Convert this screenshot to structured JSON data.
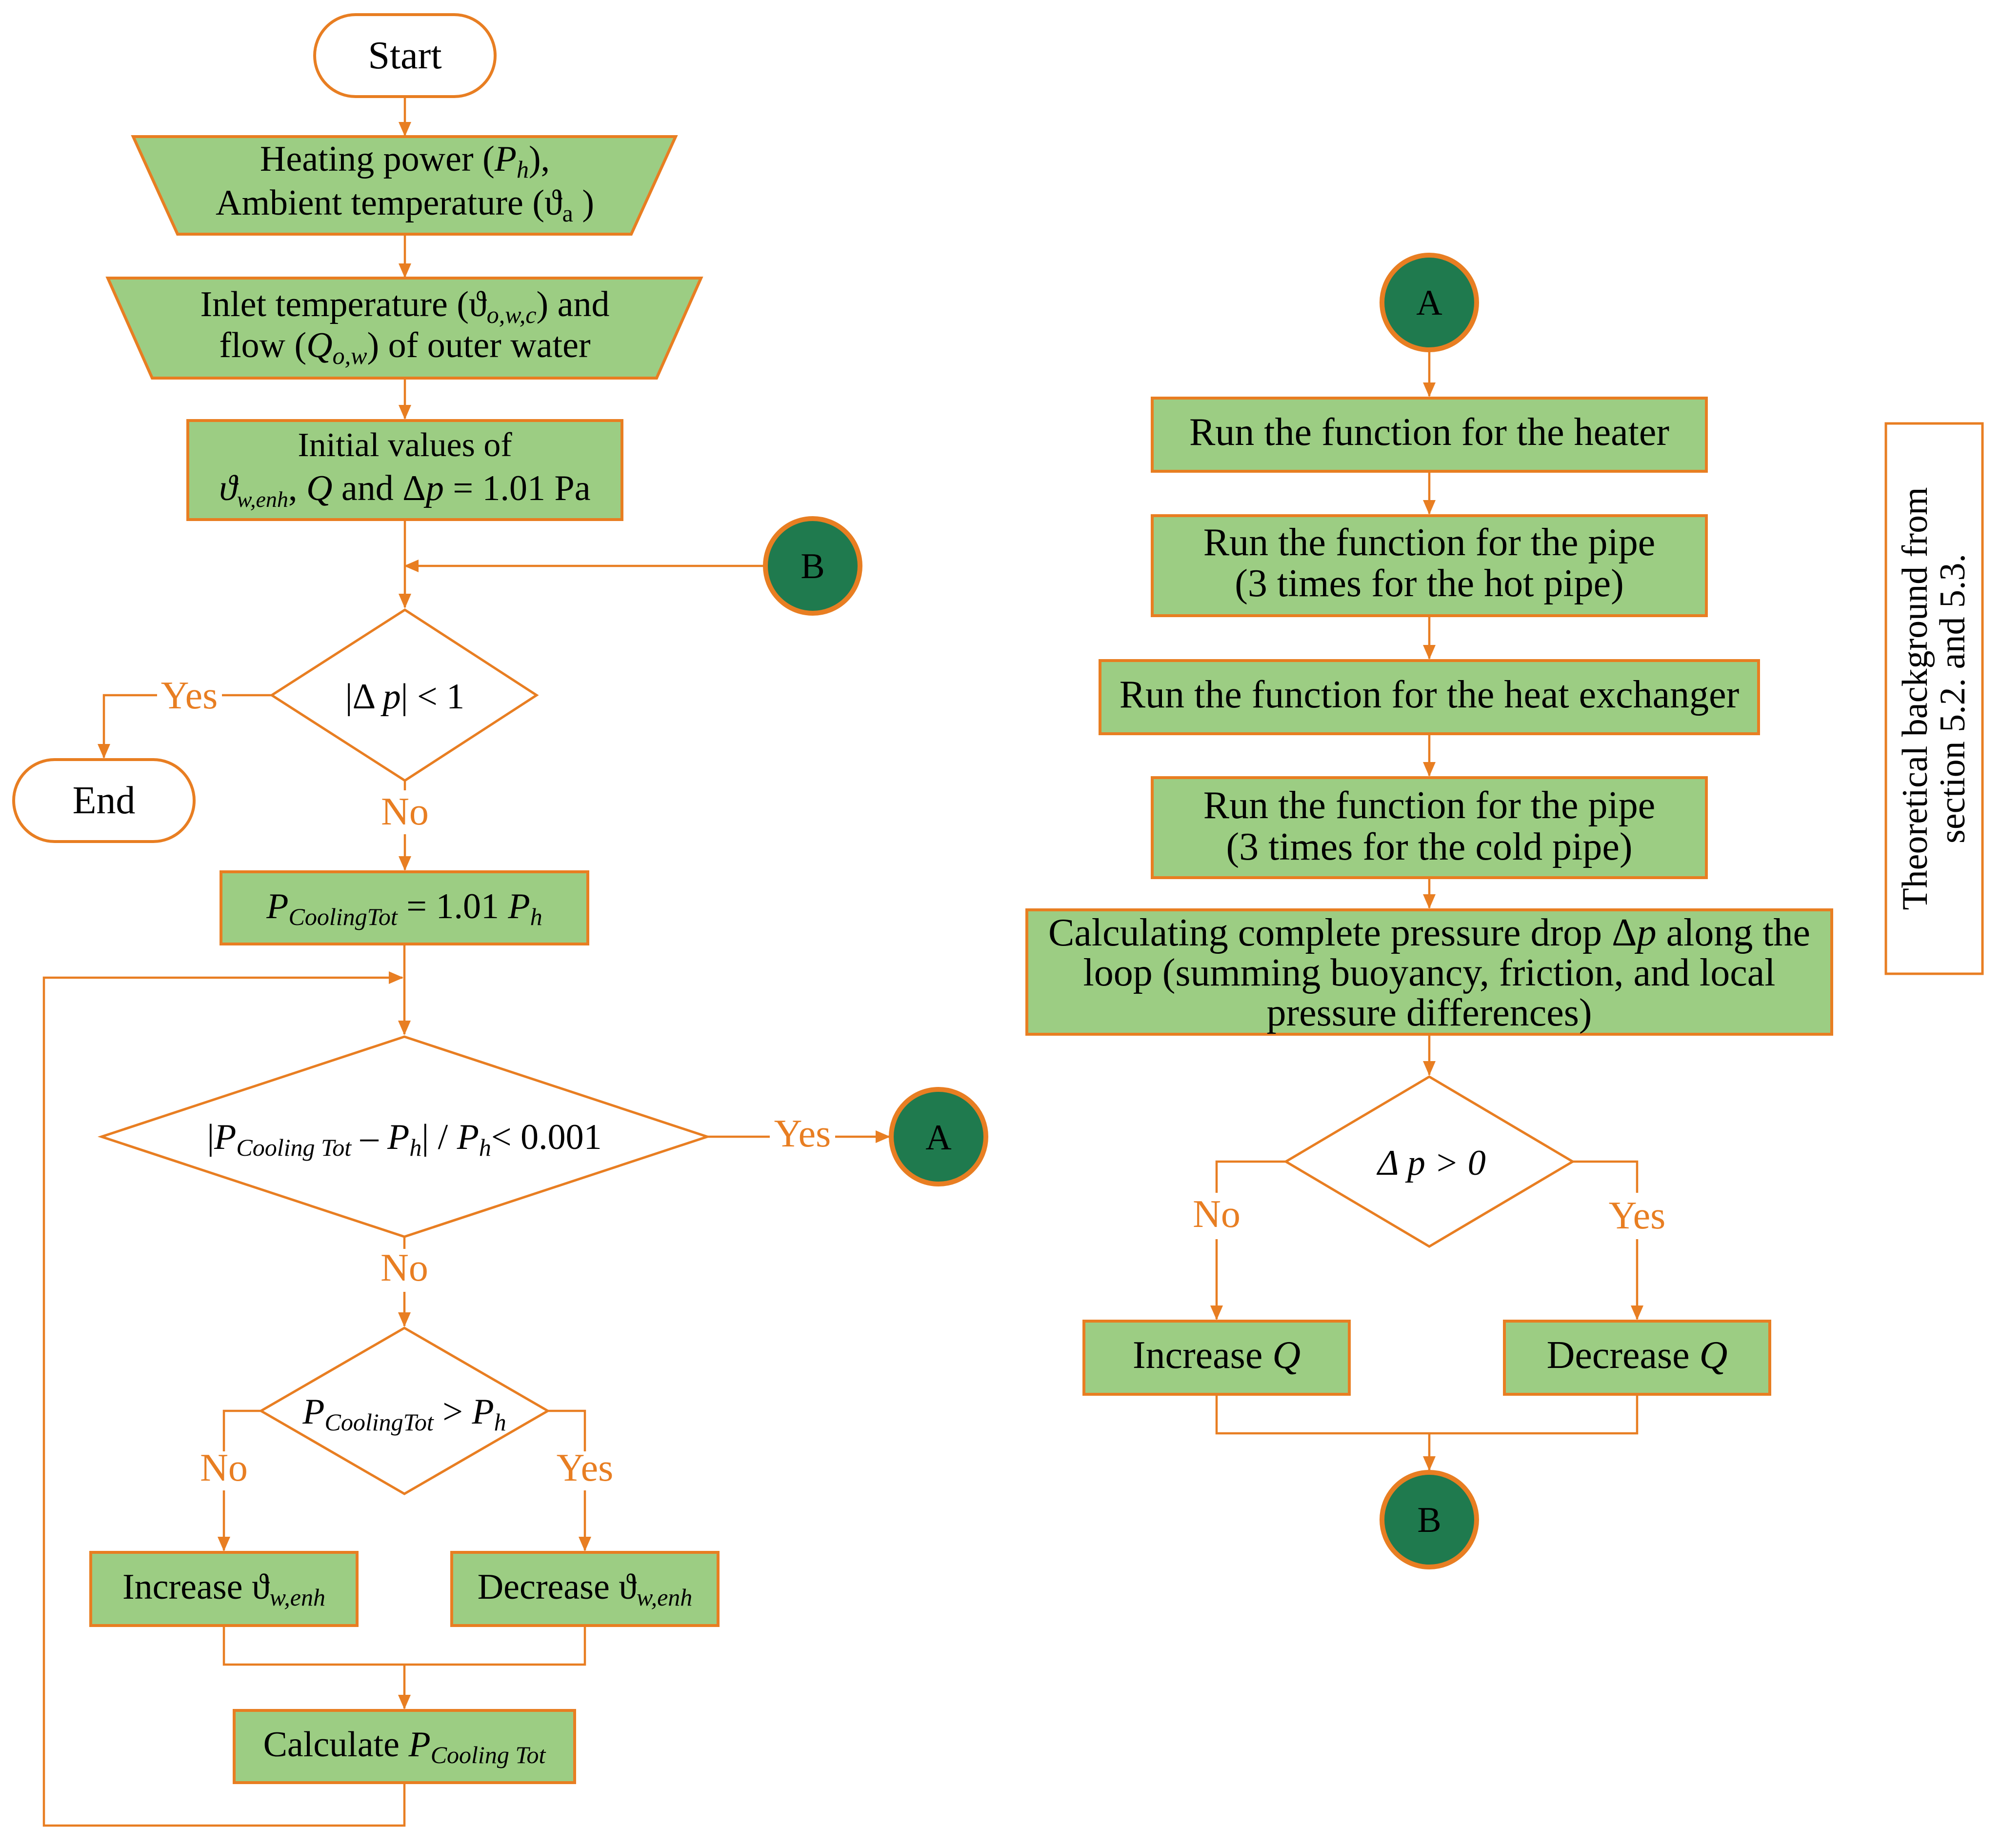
{
  "colors": {
    "process_fill": "#9ccd83",
    "stroke": "#e87e22",
    "connector_fill": "#1f7a4e",
    "label_text": "#e87e22"
  },
  "left": {
    "start": "Start",
    "end": "End",
    "input1": {
      "line1_pre": "Heating power (",
      "line1_var": "P",
      "line1_sub": "h",
      "line1_post": "),",
      "line2_pre": "Ambient temperature (ϑ",
      "line2_sub": "a",
      "line2_post": " )"
    },
    "input2": {
      "line1_pre": "Inlet temperature (ϑ",
      "line1_sub": "o,w,c",
      "line1_post": ") and",
      "line2_pre": "flow (",
      "line2_var": "Q",
      "line2_sub": "o,w",
      "line2_post": ") of outer water"
    },
    "init": {
      "line1": "Initial values of",
      "line2_var1": "ϑ",
      "line2_sub1": "w,enh",
      "line2_mid": ", ",
      "line2_var2": "Q",
      "line2_mid2": " and Δ",
      "line2_var3": "p",
      "line2_post": " = 1.01 Pa"
    },
    "dec_dp": {
      "pre": "|Δ ",
      "var": "p",
      "post": "| < 1"
    },
    "pcool_set": {
      "var": "P",
      "sub": "CoolingTot",
      "mid": " = 1.01 ",
      "var2": "P",
      "sub2": "h"
    },
    "dec_ratio": {
      "pre": "|",
      "var": "P",
      "sub": "Cooling Tot",
      "mid": " – ",
      "var2": "P",
      "sub2": "h",
      "mid2": "| / ",
      "var3": "P",
      "sub3": "h",
      "post": "< 0.001"
    },
    "dec_compare": {
      "var": "P",
      "sub": "CoolingTot",
      "mid": " > ",
      "var2": "P",
      "sub2": "h"
    },
    "increase": {
      "pre": "Increase ϑ",
      "sub": "w,enh"
    },
    "decrease": {
      "pre": "Decrease ϑ",
      "sub": "w,enh"
    },
    "calculate": {
      "pre": "Calculate ",
      "var": "P",
      "sub": "Cooling Tot"
    },
    "labels": {
      "yes": "Yes",
      "no": "No"
    }
  },
  "right": {
    "heater": "Run the function for the heater",
    "pipe_hot_1": "Run the function for the pipe",
    "pipe_hot_2": "(3 times for the hot pipe)",
    "hex": "Run the function for the heat exchanger",
    "pipe_cold_1": "Run the function for the pipe",
    "pipe_cold_2": "(3 times for the cold pipe)",
    "calc_1_pre": "Calculating complete pressure drop Δ",
    "calc_1_var": "p",
    "calc_1_post": " along the",
    "calc_2": "loop (summing buoyancy, friction, and local",
    "calc_3": "pressure differences)",
    "dec_dp0": "Δ p > 0",
    "increase_pre": "Increase ",
    "increase_var": "Q",
    "decrease_pre": "Decrease ",
    "decrease_var": "Q"
  },
  "connectors": {
    "a": "A",
    "b": "B"
  },
  "note": {
    "line1": "Theoretical background from",
    "line2": "section 5.2. and 5.3."
  }
}
